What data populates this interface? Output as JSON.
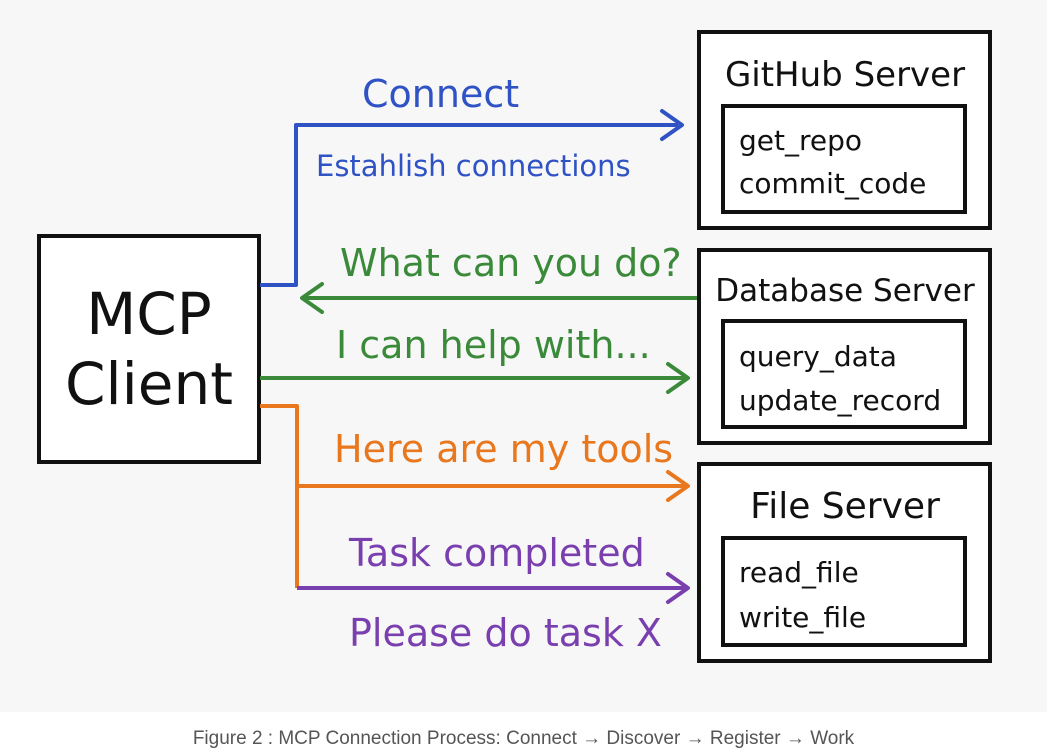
{
  "client": {
    "line1": "MCP",
    "line2": "Client"
  },
  "servers": [
    {
      "name": "GitHub Server",
      "tools": [
        "get_repo",
        "commit_code"
      ]
    },
    {
      "name": "Database Server",
      "tools": [
        "query_data",
        "update_record"
      ]
    },
    {
      "name": "File Server",
      "tools": [
        "read_file",
        "write_file"
      ]
    }
  ],
  "arrows": {
    "connect": {
      "label": "Connect",
      "sublabel": "Estahlish connections",
      "color": "#2f52c4"
    },
    "discover": {
      "label": "What can you do?",
      "color": "#3a8a3a"
    },
    "reply": {
      "label": "I can help with...",
      "color": "#3a8a3a"
    },
    "register": {
      "label": "Here are my tools",
      "color": "#e8771e"
    },
    "work": {
      "label": "Task completed",
      "sublabel": "Please do task X",
      "color": "#7a3fae"
    }
  },
  "caption": "Figure 2 : MCP Connection Process: Connect → Discover → Register → Work"
}
